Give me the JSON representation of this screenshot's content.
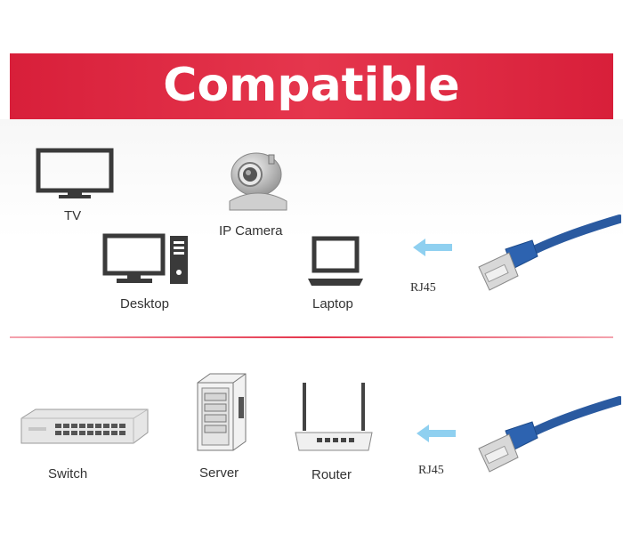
{
  "banner": {
    "title": "Compatible"
  },
  "devices_top": [
    {
      "label": "TV",
      "icon": "tv-icon"
    },
    {
      "label": "IP Camera",
      "icon": "ip-camera-icon"
    },
    {
      "label": "Desktop",
      "icon": "desktop-icon"
    },
    {
      "label": "Laptop",
      "icon": "laptop-icon"
    }
  ],
  "devices_bottom": [
    {
      "label": "Switch",
      "icon": "switch-icon"
    },
    {
      "label": "Server",
      "icon": "server-icon"
    },
    {
      "label": "Router",
      "icon": "router-icon"
    }
  ],
  "connector_top": {
    "label": "RJ45",
    "arrow_icon": "arrow-left-icon",
    "cable_icon": "ethernet-cable-icon"
  },
  "connector_bottom": {
    "label": "RJ45",
    "arrow_icon": "arrow-left-icon",
    "cable_icon": "ethernet-cable-icon"
  },
  "colors": {
    "banner": "#e5364d",
    "arrow": "#8fd0f0",
    "cable": "#2a5aa0",
    "icon": "#3a3a3a"
  }
}
